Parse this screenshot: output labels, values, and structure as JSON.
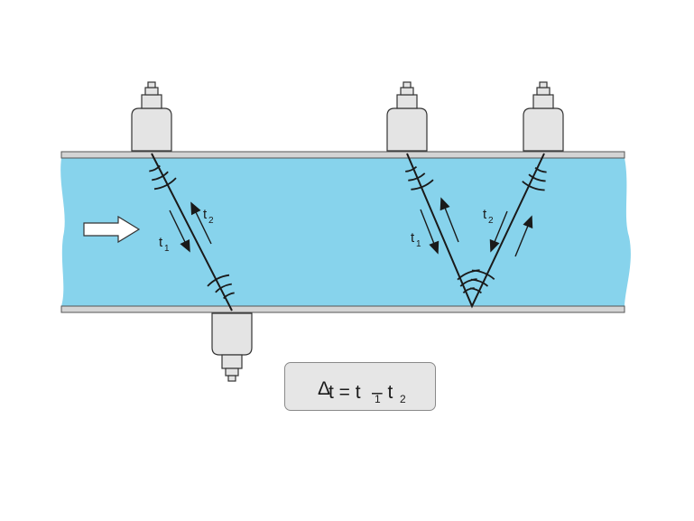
{
  "labels": {
    "left_t1": {
      "base": "t",
      "sub": "1"
    },
    "left_t2": {
      "base": "t",
      "sub": "2"
    },
    "right_t1": {
      "base": "t",
      "sub": "1"
    },
    "right_t2": {
      "base": "t",
      "sub": "2"
    }
  },
  "formula": {
    "delta": "Δ",
    "lhs": "t = t",
    "sub1": "1",
    "minus": "– t",
    "sub2": "2"
  },
  "colors": {
    "fluid": "#87d3ec",
    "pipe_wall": "#d4d4d4",
    "transducer": "#e4e4e4",
    "outline": "#1a1a1a"
  },
  "icons": {
    "flow_direction": "arrow-right-icon"
  }
}
